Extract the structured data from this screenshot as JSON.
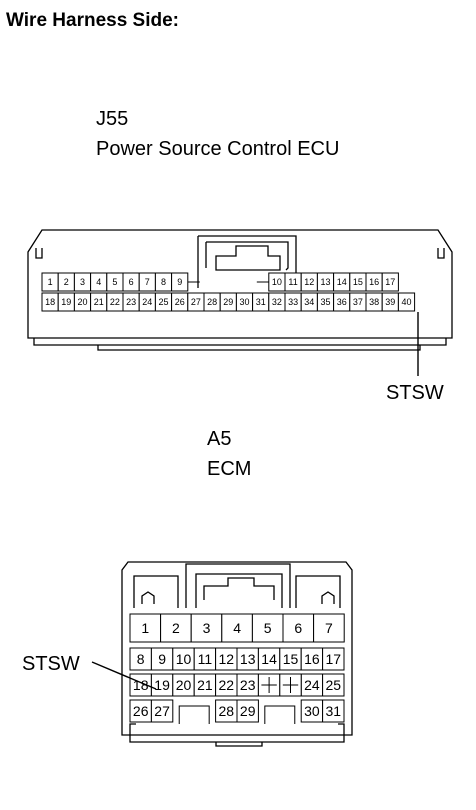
{
  "header": {
    "title": "Wire Harness Side:"
  },
  "connector1": {
    "code": "J55",
    "name": "Power Source Control ECU",
    "row1_left": [
      "1",
      "2",
      "3",
      "4",
      "5",
      "6",
      "7",
      "8",
      "9"
    ],
    "row1_right": [
      "10",
      "11",
      "12",
      "13",
      "14",
      "15",
      "16",
      "17"
    ],
    "row2": [
      "18",
      "19",
      "20",
      "21",
      "22",
      "23",
      "24",
      "25",
      "26",
      "27",
      "28",
      "29",
      "30",
      "31",
      "32",
      "33",
      "34",
      "35",
      "36",
      "37",
      "38",
      "39",
      "40"
    ],
    "signal": "STSW"
  },
  "connector2": {
    "code": "A5",
    "name": "ECM",
    "row1": [
      "1",
      "2",
      "3",
      "4",
      "5",
      "6",
      "7"
    ],
    "row2": [
      "8",
      "9",
      "10",
      "11",
      "12",
      "13",
      "14",
      "15",
      "16",
      "17"
    ],
    "row3_left": [
      "18",
      "19",
      "20",
      "21",
      "22",
      "23"
    ],
    "row3_right": [
      "24",
      "25"
    ],
    "row4_left": [
      "26",
      "27"
    ],
    "row4_mid": [
      "28",
      "29"
    ],
    "row4_right": [
      "30",
      "31"
    ],
    "signal": "STSW"
  }
}
